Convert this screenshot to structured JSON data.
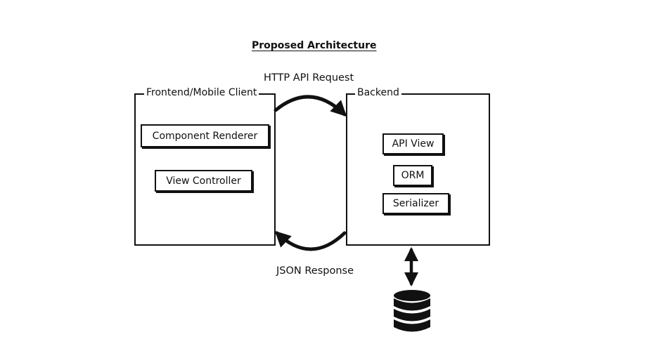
{
  "diagram": {
    "title": "Proposed Architecture",
    "frontend": {
      "label": "Frontend/Mobile Client",
      "components": [
        "Component Renderer",
        "View Controller"
      ]
    },
    "backend": {
      "label": "Backend",
      "components": [
        "API View",
        "ORM",
        "Serializer"
      ]
    },
    "request_label": "HTTP API Request",
    "response_label": "JSON Response",
    "database_icon": "database-icon",
    "colors": {
      "line": "#111111",
      "background": "#ffffff"
    }
  }
}
